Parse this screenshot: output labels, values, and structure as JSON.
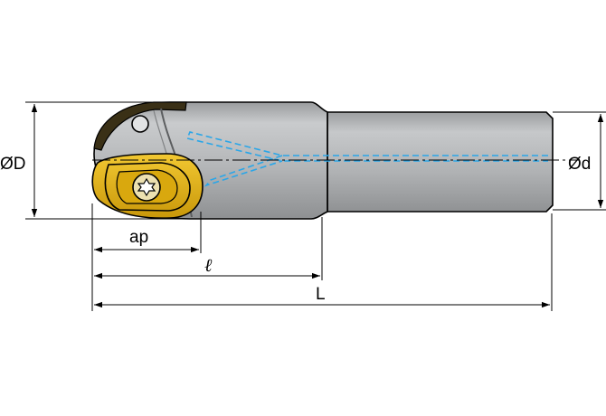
{
  "labels": {
    "outer_diameter": "ØD",
    "shank_diameter": "Ød",
    "depth_of_cut": "ap",
    "functional_length": "ℓ",
    "overall_length": "L"
  },
  "colors": {
    "body": "#b2b4b6",
    "shank": "#aeb0b2",
    "insert": "#e4b312",
    "coolant": "#2aa6e8",
    "outline": "#000000"
  }
}
